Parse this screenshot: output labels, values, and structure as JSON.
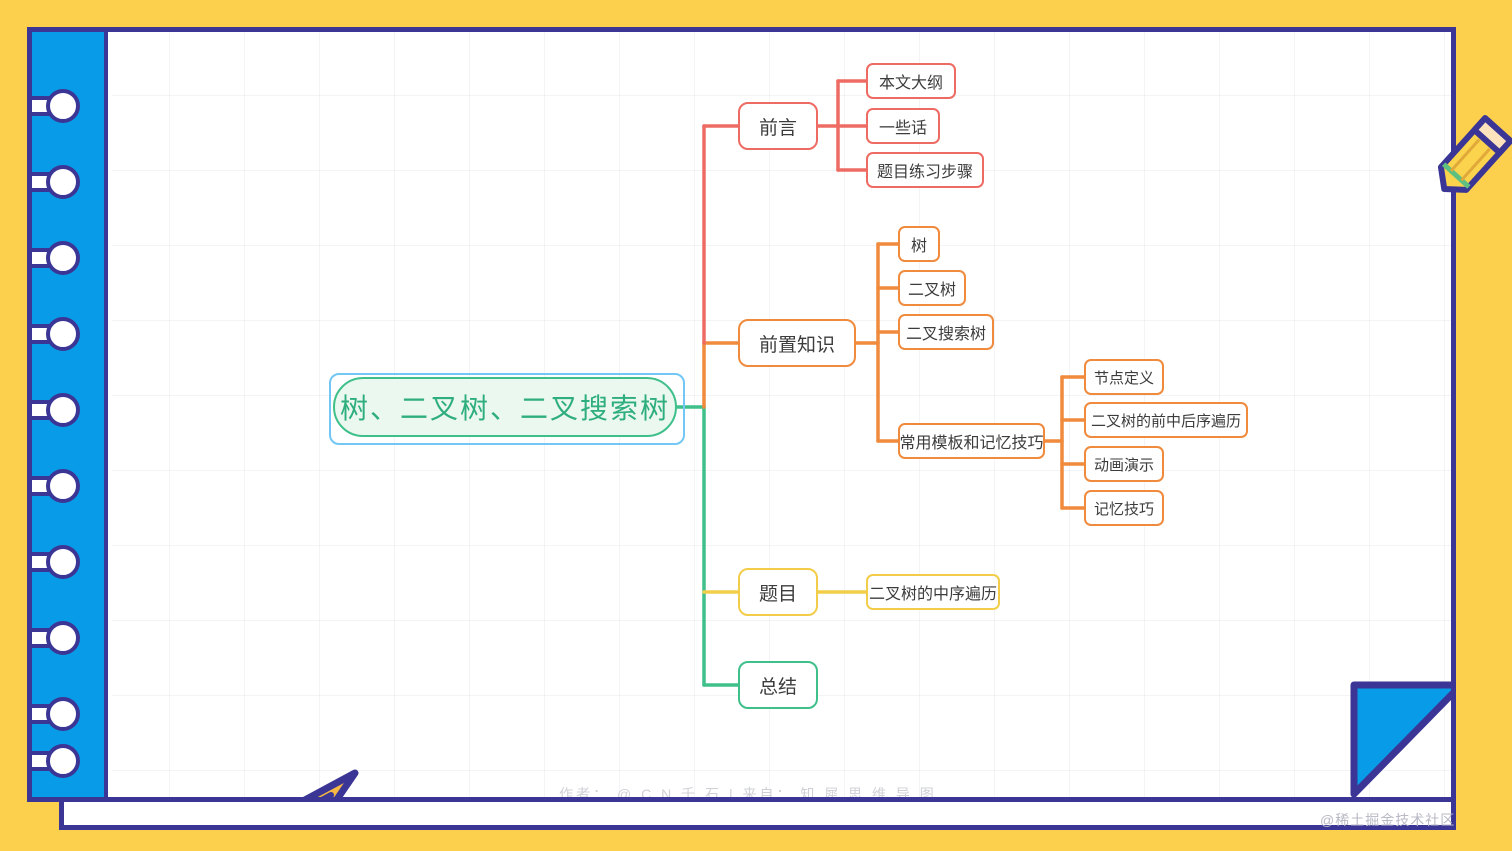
{
  "colors": {
    "page_bg": "#fccf4d",
    "frame_border": "#3b3695",
    "spine": "#089ce8",
    "branch_preface": "#ee6b63",
    "branch_prereq": "#f08a3c",
    "branch_problem": "#f2cd4a",
    "branch_summary": "#3fc08a",
    "root_fill": "#eaf8f0",
    "root_text": "#2fae7d",
    "selection": "#73c7f5"
  },
  "root": {
    "label": "树、二叉树、二叉搜索树"
  },
  "branches": [
    {
      "id": "preface",
      "label": "前言",
      "color": "#ee6b63",
      "children": [
        {
          "label": "本文大纲"
        },
        {
          "label": "一些话"
        },
        {
          "label": "题目练习步骤"
        }
      ]
    },
    {
      "id": "prereq",
      "label": "前置知识",
      "color": "#f08a3c",
      "children": [
        {
          "label": "树"
        },
        {
          "label": "二叉树"
        },
        {
          "label": "二叉搜索树"
        },
        {
          "label": "常用模板和记忆技巧",
          "children": [
            {
              "label": "节点定义"
            },
            {
              "label": "二叉树的前中后序遍历"
            },
            {
              "label": "动画演示"
            },
            {
              "label": "记忆技巧"
            }
          ]
        }
      ]
    },
    {
      "id": "problem",
      "label": "题目",
      "color": "#f2cd4a",
      "children": [
        {
          "label": "二叉树的中序遍历"
        }
      ]
    },
    {
      "id": "summary",
      "label": "总结",
      "color": "#3fc08a",
      "children": []
    }
  ],
  "credit": "作者： @ C N 千 石  |  来自： 知 犀 思 维 导 图",
  "watermark": "@稀土掘金技术社区",
  "decorations": {
    "pencil": "pencil-icon",
    "ruler": "triangle-ruler-icon",
    "fold": "page-fold-corner"
  }
}
